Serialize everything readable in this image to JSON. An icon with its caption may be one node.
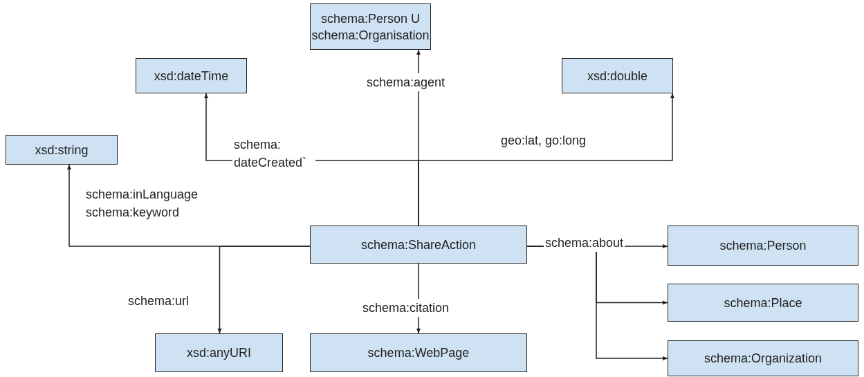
{
  "diagram": {
    "nodes": [
      {
        "text": [
          "schema:Person U schema:Organisation"
        ]
      },
      {
        "text": [
          "xsd:dateTime"
        ]
      },
      {
        "text": [
          "xsd:double"
        ]
      },
      {
        "text": [
          "xsd:string"
        ]
      },
      {
        "text": [
          "schema:ShareAction"
        ]
      },
      {
        "text": [
          "schema:Person"
        ]
      },
      {
        "text": [
          "schema:Place"
        ]
      },
      {
        "text": [
          "xsd:anyURI"
        ]
      },
      {
        "text": [
          "schema:WebPage"
        ]
      },
      {
        "text": [
          "schema:Organization"
        ]
      }
    ],
    "edges": [
      {
        "from": 4,
        "to": 0,
        "arrow": "to",
        "label": "schema:agent"
      },
      {
        "from": 4,
        "to": 1,
        "arrow": "to",
        "label": "schema: dateCreated`"
      },
      {
        "from": 4,
        "to": 2,
        "arrow": "to",
        "label": "geo:lat, go:long"
      },
      {
        "from": 4,
        "to": 3,
        "arrow": "to",
        "label": "schema:inLanguage schema:keyword"
      },
      {
        "from": 4,
        "to": 7,
        "arrow": "to",
        "label": "schema:url"
      },
      {
        "from": 4,
        "to": 8,
        "arrow": "to",
        "label": "schema:citation"
      },
      {
        "from": 4,
        "to": 5,
        "arrow": "to",
        "label": "schema:about"
      },
      {
        "from": 4,
        "to": 6,
        "arrow": "to"
      },
      {
        "from": 4,
        "to": 9,
        "arrow": "to"
      }
    ]
  }
}
